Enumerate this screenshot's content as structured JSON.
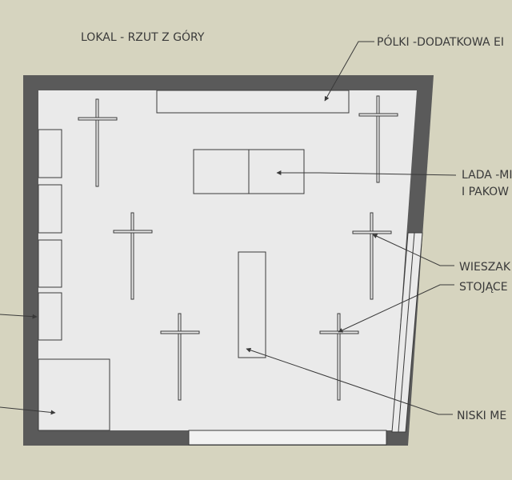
{
  "title": "LOKAL - RZUT Z GÓRY",
  "colors": {
    "background": "#d6d4bf",
    "floor": "#eaeaea",
    "wall": "#5a5a5a",
    "line": "#3a3a3a"
  },
  "labels": {
    "shelves": "PÓLKI -DODATKOWA EI",
    "counter_line1": "LADA -MI",
    "counter_line2": "I PAKOW",
    "hangers": "WIESZAK",
    "standing": "STOJĄCE",
    "low_furniture": "NISKI ME"
  }
}
